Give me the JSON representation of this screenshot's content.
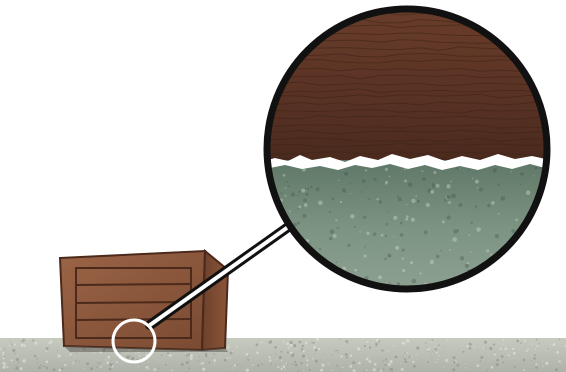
{
  "scene": {
    "crate_icon": "wooden-crate",
    "ground_icon": "concrete-floor",
    "magnifier_icon": "magnifier-circle",
    "upper_surface_icon": "wood-grain",
    "lower_surface_icon": "rough-concrete"
  },
  "colors": {
    "background": "#ffffff",
    "wood_light": "#8e5a3c",
    "wood_dark": "#5a3424",
    "concrete_light": "#c9ccc2",
    "concrete_dark": "#8d918a",
    "magnified_concrete": "#6f8575",
    "outline": "#111111"
  }
}
